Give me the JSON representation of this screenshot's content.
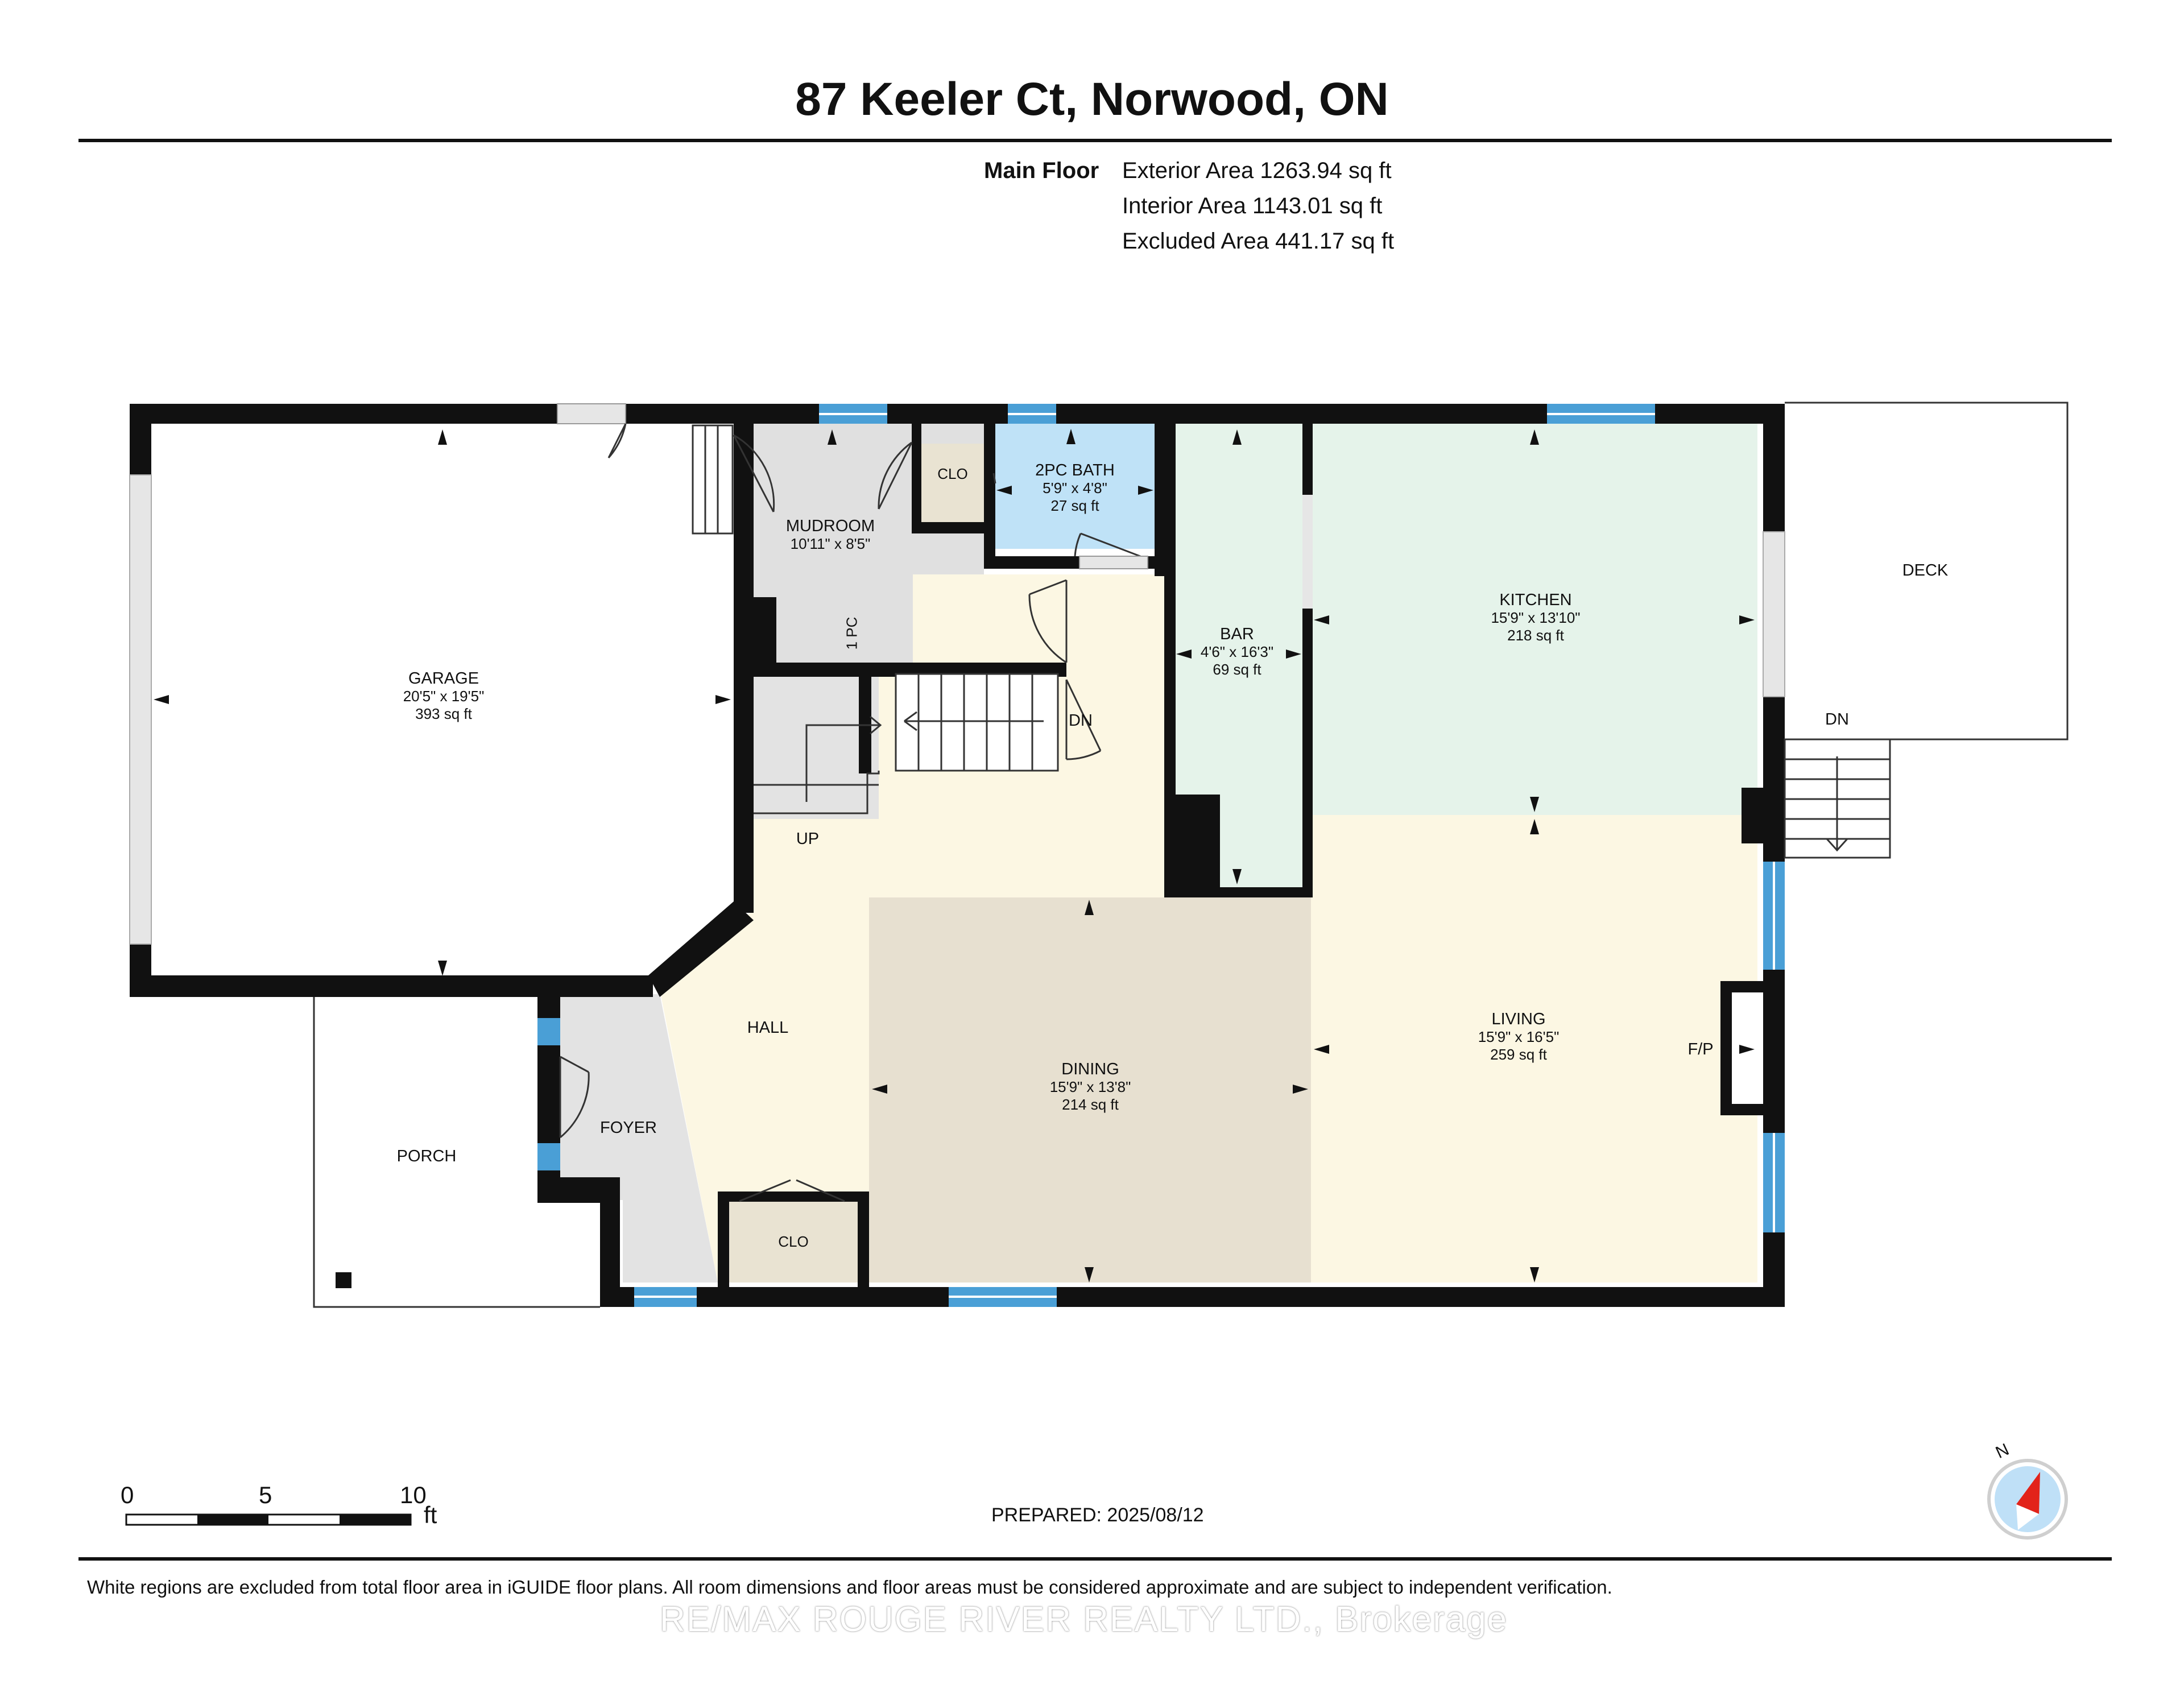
{
  "title": "87 Keeler Ct, Norwood, ON",
  "floor_summary": {
    "floor_name": "Main Floor",
    "exterior_area": "Exterior Area 1263.94 sq ft",
    "interior_area": "Interior Area 1143.01 sq ft",
    "excluded_area": "Excluded Area 441.17 sq ft"
  },
  "rooms": {
    "garage": {
      "name": "GARAGE",
      "dims": "20'5\" x 19'5\"",
      "area": "393 sq ft"
    },
    "mudroom": {
      "name": "MUDROOM",
      "dims": "10'11\" x 8'5\""
    },
    "bath": {
      "name": "2PC BATH",
      "dims": "5'9\" x 4'8\"",
      "area": "27 sq ft"
    },
    "bar": {
      "name": "BAR",
      "dims": "4'6\" x 16'3\"",
      "area": "69 sq ft"
    },
    "kitchen": {
      "name": "KITCHEN",
      "dims": "15'9\" x 13'10\"",
      "area": "218 sq ft"
    },
    "living": {
      "name": "LIVING",
      "dims": "15'9\" x 16'5\"",
      "area": "259 sq ft"
    },
    "dining": {
      "name": "DINING",
      "dims": "15'9\" x 13'8\"",
      "area": "214 sq ft"
    }
  },
  "labels": {
    "clo_top": "CLO",
    "clo_bottom": "CLO",
    "deck": "DECK",
    "dn_deck": "DN",
    "dn_stairs": "DN",
    "up": "UP",
    "one_pc": "1 PC",
    "hall": "HALL",
    "foyer": "FOYER",
    "porch": "PORCH",
    "fp": "F/P"
  },
  "scale": {
    "n0": "0",
    "n5": "5",
    "n10": "10",
    "unit": "ft"
  },
  "compass": {
    "north": "N"
  },
  "prepared": "PREPARED: 2025/08/12",
  "disclaimer": "White regions are excluded from total floor area in iGUIDE floor plans. All room dimensions and floor areas must be considered approximate and are subject to independent verification.",
  "watermark": "RE/MAX ROUGE RIVER REALTY LTD., Brokerage",
  "colors": {
    "wall": "#111111",
    "window": "#4a9fd6",
    "garage": "#ffffff",
    "mudroom": "#e0e0e0",
    "bath": "#bfe2f7",
    "bar_kitchen": "#e5f3ea",
    "hall_living": "#fcf7e3",
    "dining": "#e7e0d0",
    "closet": "#e9e3d2",
    "foyer": "#e3e3e3"
  }
}
